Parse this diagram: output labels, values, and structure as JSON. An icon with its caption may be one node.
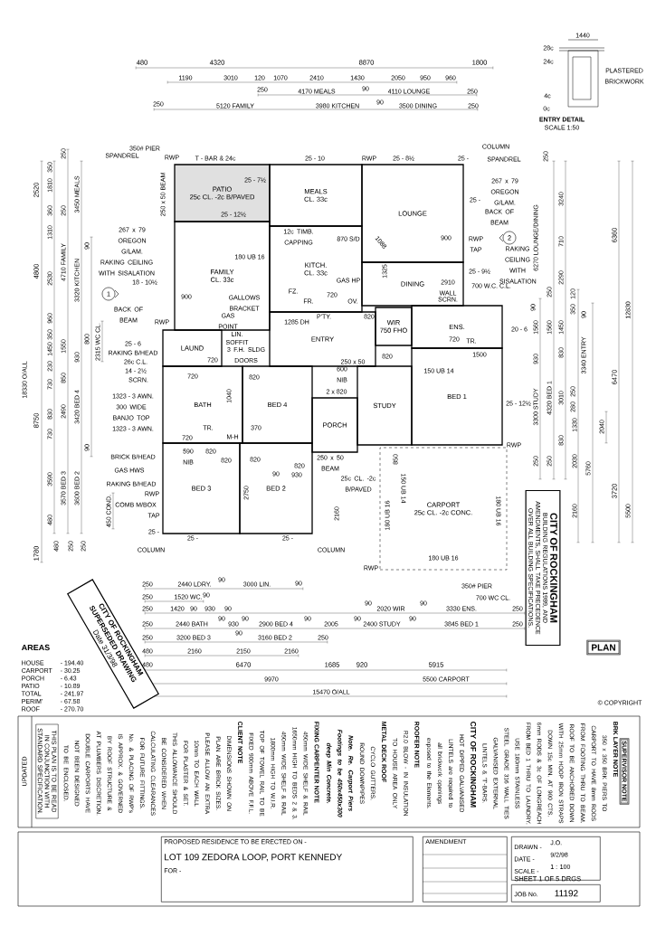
{
  "diagram": {
    "nodes": [
      {
        "text": [
          "PATIO",
          "25c CL. -2c B/PAVED"
        ]
      },
      {
        "text": [
          "MEALS",
          "CL. 33c"
        ]
      },
      {
        "text": [
          "LOUNGE"
        ]
      },
      {
        "text": [
          "FAMILY",
          "CL. 33c"
        ]
      },
      {
        "text": [
          "KITCH.",
          "CL. 33c"
        ]
      },
      {
        "text": [
          "DINING"
        ]
      },
      {
        "text": [
          "WIR",
          "750 FHO"
        ]
      },
      {
        "text": [
          "ENS."
        ]
      },
      {
        "text": [
          "LAUND"
        ]
      },
      {
        "text": [
          "ENTRY"
        ]
      },
      {
        "text": [
          "BATH"
        ]
      },
      {
        "text": [
          "BED 4"
        ]
      },
      {
        "text": [
          "STUDY"
        ]
      },
      {
        "text": [
          "BED 1"
        ]
      },
      {
        "text": [
          "PORCH"
        ]
      },
      {
        "text": [
          "BED 3"
        ]
      },
      {
        "text": [
          "BED 2"
        ]
      },
      {
        "text": [
          "CARPORT",
          "25c CL. -2c CONC."
        ]
      },
      {
        "text": [
          "PLAN"
        ]
      },
      {
        "text": [
          "CITY OF ROCKINGHAM",
          "SUPERSEDED DRAWING",
          "Date 31/3/98"
        ]
      },
      {
        "text": [
          "CITY OF ROCKINGHAM",
          "BUILDING REGULATIONS 1989, AND AMENDMENTS, SHALL TAKE PRECEDENCE OVER ALL BUILDING SPECIFICATIONS."
        ]
      },
      {
        "text": [
          "THIS PLAN IS TO BE READ IN CONJUNCTION WITH STANDARD SPECIFICATION."
        ]
      },
      {
        "text": [
          "SUPERVISOR NOTE"
        ]
      },
      {
        "text": [
          "PROPOSED RESIDENCE TO BE ERECTED ON -",
          "LOT 109 ZEDORA LOOP, PORT KENNEDY",
          "FOR -"
        ]
      },
      {
        "text": [
          "AMENDMENT"
        ]
      },
      {
        "text": [
          "DRAWN -",
          "J.O.",
          "DATE -",
          "9/2/98",
          "SCALE -",
          "1 : 100",
          "SHEET 1 OF 5 DRGS"
        ]
      },
      {
        "text": [
          "JOB No.",
          "11192"
        ]
      }
    ],
    "labels": [
      "480",
      "4320",
      "8870",
      "1800",
      "1190",
      "3010",
      "120",
      "1070",
      "2410",
      "1430",
      "2050",
      "950",
      "960",
      "250",
      "4170 MEALS",
      "90",
      "4110 LOUNGE",
      "250",
      "250",
      "5120 FAMILY",
      "3980 KITCHEN",
      "90",
      "3500 DINING",
      "250",
      "1440",
      "28c",
      "24c",
      "4c",
      "0c",
      "PLASTERED BRICKWORK",
      "ENTRY DETAIL",
      "SCALE 1:50",
      "2520",
      "4800",
      "18330 O/ALL",
      "8750",
      "1780",
      "350",
      "1810",
      "360",
      "1310",
      "2530",
      "960",
      "350",
      "1450",
      "230",
      "730",
      "830",
      "730",
      "3590",
      "480",
      "250",
      "250",
      "4710 FAMILY",
      "1550",
      "850",
      "2490",
      "3570 BED 3",
      "3450 MEALS",
      "3320 KITCHEN",
      "930",
      "3420 BED 4",
      "3600 BED 2",
      "90",
      "800",
      "90",
      "2315 WC CL.",
      "450 COND.",
      "480",
      "250",
      "250",
      "250",
      "3240",
      "6270 LOUNGE/DINING",
      "6360",
      "710",
      "2290",
      "12830",
      "90",
      "250",
      "120",
      "350",
      "90",
      "1560",
      "1560",
      "1450",
      "3340 ENTRY",
      "930",
      "830",
      "3300 STUDY",
      "4320 BED 1",
      "3010",
      "250",
      "6470",
      "280",
      "1330",
      "2040",
      "830",
      "250",
      "250",
      "2030",
      "5760",
      "3720",
      "2160",
      "5500",
      "250",
      "2440 LDRY.",
      "90",
      "3000 LIN.",
      "90",
      "250",
      "1520 WC.",
      "90",
      "250",
      "1420",
      "90",
      "930",
      "90",
      "700 WC CL.",
      "90",
      "2020 WIR",
      "90",
      "3330 ENS.",
      "250",
      "250",
      "2440 BATH",
      "90",
      "930",
      "90",
      "2900 BED 4",
      "90",
      "2005",
      "90",
      "2400 STUDY",
      "90",
      "3845 BED 1",
      "250",
      "250",
      "3200 BED 3",
      "90",
      "3160 BED 2",
      "250",
      "480",
      "2160",
      "2150",
      "2160",
      "480",
      "6470",
      "1685",
      "920",
      "5915",
      "9970",
      "5500 CARPORT",
      "15470 O/ALL",
      "AREAS",
      "HOUSE",
      "- 194.40",
      "CARPORT",
      "- 30.25",
      "PORCH",
      "- 6.43",
      "PATIO",
      "- 10.89",
      "TOTAL",
      "- 241.97",
      "PERIM'",
      "- 67.58",
      "ROOF",
      "- 270.70",
      "© COPYRIGHT",
      "350# PIER",
      "SPANDREL",
      "RWP",
      "T - BAR & 24c",
      "25 - 10",
      "RWP",
      "25 - 8½",
      "25 -",
      "COLUMN",
      "SPANDREL",
      "250 x 50 BEAM",
      "25 - 7½",
      "25 - 12½",
      "267 x 79 OREGON G/LAM.",
      "RAKING CEILING WITH SISALATION",
      "18 - 10½",
      "900",
      "BACK OF BEAM",
      "RWP",
      "180 UB 16",
      "GALLOWS BRACKET",
      "GAS POINT",
      "12c TIMB. CAPPING",
      "FZ.",
      "FR.",
      "1285 DH",
      "LIN.",
      "SOFFIT",
      "3 F.H. SLDG DOORS",
      "25 - 6",
      "RAKING B/HEAD",
      "26c C.L.",
      "14 - 2½",
      "SCRN.",
      "1323 - 3 AWN.",
      "300 WIDE BANJO TOP",
      "1323 - 3 AWN.",
      "BRICK B/HEAD",
      "GAS HWS",
      "RAKING B/HEAD",
      "RWP",
      "COMB M/BOX",
      "TAP",
      "25 -",
      "25 -",
      "25 -",
      "COLUMN",
      "COLUMN",
      "720",
      "720",
      "820",
      "1040",
      "TR.",
      "370",
      "720",
      "M-H",
      "820",
      "590 NIB",
      "820",
      "820",
      "820",
      "90",
      "930",
      "2750",
      "870 S/D",
      "1088",
      "900",
      "RWP TAP",
      "25 -",
      "267 x 79 OREGON G/LAM.",
      "BACK OF BEAM",
      "RAKING CEILING WITH SISALATION",
      "25 - 9½",
      "1325",
      "2910 WALL",
      "SCRN.",
      "GAS HP",
      "720",
      "OV.",
      "P'TY.",
      "820",
      "720",
      "TR.",
      "820",
      "1500",
      "700 W.C. C.L.",
      "20 - 6",
      "250 x 50",
      "600 NIB",
      "2 x 820",
      "150 UB 14",
      "25 - 12½",
      "RWP",
      "250 x 50 BEAM",
      "25c CL. -2c B/PAVED",
      "850",
      "2160",
      "180 UB 16",
      "150 UB 14",
      "180 UB 16",
      "180 UB 16",
      "RWP",
      "350# PIER",
      "1",
      "2",
      "UPDATED",
      "DOUBLE CARPORTS HAVE NOT BEEN DESIGNED TO BE ENCLOSED.",
      "No. & PLACING OF RWP's IS APPROX. & GOVERNED BY ROOF STRUCTURE & AT PLUMBERS DISCRETION.",
      "THIS ALLOWANCE SHOULD BE CONSIDERED WHEN CALCULATING CLEARANCES FOR FUTURE FITTINGS.",
      "DIMENSIONS SHOWN ON PLAN ARE BRICK SIZES. PLEASE ALLOW AN EXTRA 10mm TO EACH WALL FOR PLASTER & SET.",
      "CLIENT NOTE",
      "TOP OF TOWEL RAIL TO BE FIXED 900mm ABOVE F.F.L.",
      "450mm WIDE SHELF & RAIL 1800mm HIGH TO W.I.R.",
      "450mm WIDE SHELF & RAIL 1650mm HIGH TO BEDS 2 & 3.",
      "FIXING CARPENTER NOTE",
      "Note. Re. Carport Piers Footings to be 450x450x300 deep Min Concrete.",
      "CYCLO GUTTERS, ROUND DOWNPIPES",
      "METAL DECK ROOF",
      "R2.0 BLOW - IN INSULATION TO HOUSE AREA ONLY",
      "ROOFER NOTE",
      "HOT DIPPED GALVANISED LINTELS are required to all brickwork openings exposed to the Elements.",
      "CITY OF ROCKINGHAM",
      "GALVANISED EXTERNAL LINTELS & 'T'-BARS.",
      "USE 180mm STAINLESS STEEL GRADE 316 WALL TIES",
      "6mm RODS & 3c OF LONGREACH FROM BED 1 THRU TO LAUNDRY.",
      "ROOF TO BE ANCHORED DOWN WITH 25mm HOOP IRON STRAPS DOWN 15c MIN. AT 900 CTS.",
      "350 x 350 BRK PIERS TO CARPORT TO HAVE 8mm RODS FROM FOOTING THRU TO BEAM.",
      "BRK LAYER NOTE"
    ]
  }
}
